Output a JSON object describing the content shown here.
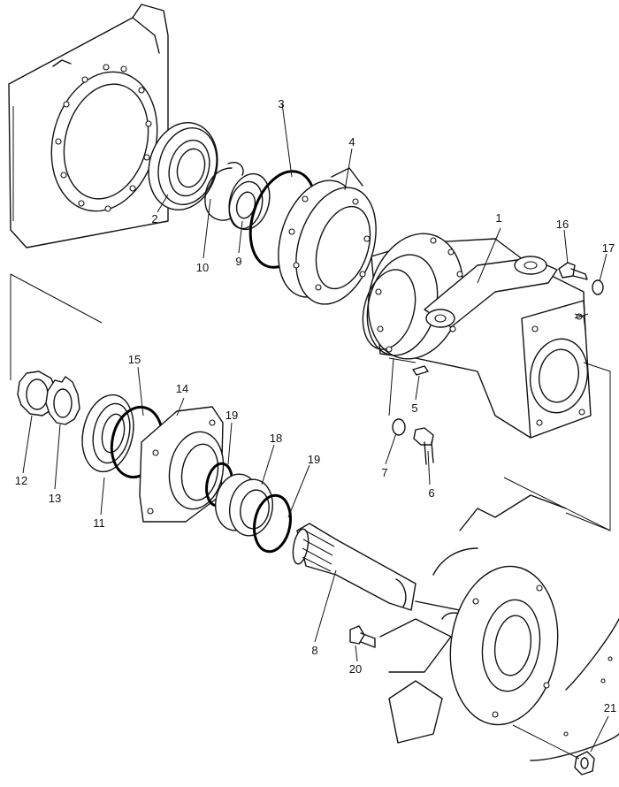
{
  "callouts": {
    "c1": "1",
    "c2": "2",
    "c3": "3",
    "c4": "4",
    "c5": "5",
    "c6": "6",
    "c7": "7",
    "c8": "8",
    "c9": "9",
    "c10": "10",
    "c11": "11",
    "c12": "12",
    "c13": "13",
    "c14": "14",
    "c15": "15",
    "c16": "16",
    "c17": "17",
    "c18": "18",
    "c19a": "19",
    "c19b": "19",
    "c20": "20",
    "c21": "21"
  }
}
